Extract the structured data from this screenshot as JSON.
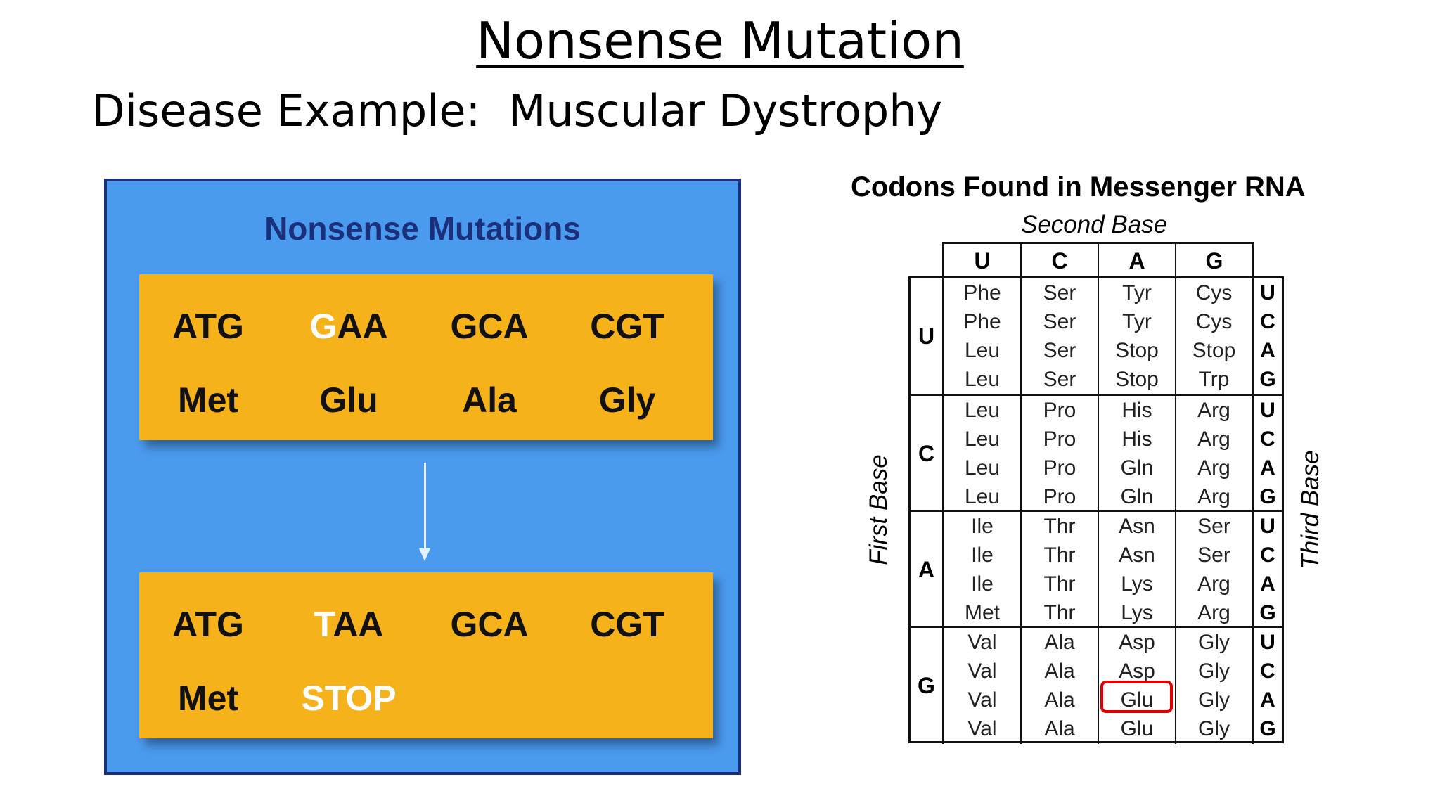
{
  "title": "Nonsense Mutation",
  "subtitle": "Disease Example:  Muscular Dystrophy",
  "figure": {
    "title": "Nonsense Mutations",
    "original": {
      "codons": [
        "ATG",
        "G",
        "AA",
        "GCA",
        "CGT"
      ],
      "amino_acids": [
        "Met",
        "Glu",
        "Ala",
        "Gly"
      ]
    },
    "mutated": {
      "codons": [
        "ATG",
        "T",
        "AA",
        "GCA",
        "CGT"
      ],
      "amino_acids": [
        "Met",
        "STOP"
      ]
    },
    "colors": {
      "panel": "#4a9aee",
      "box": "#f6b21b",
      "border": "#1c2f7a",
      "highlight": "#ffffff"
    }
  },
  "codon_table": {
    "title": "Codons Found in Messenger RNA",
    "second_base_label": "Second Base",
    "first_base_label": "First Base",
    "third_base_label": "Third Base",
    "second_bases": [
      "U",
      "C",
      "A",
      "G"
    ],
    "blocks": [
      {
        "first": "U",
        "cols": [
          [
            "Phe",
            "Phe",
            "Leu",
            "Leu"
          ],
          [
            "Ser",
            "Ser",
            "Ser",
            "Ser"
          ],
          [
            "Tyr",
            "Tyr",
            "Stop",
            "Stop"
          ],
          [
            "Cys",
            "Cys",
            "Stop",
            "Trp"
          ]
        ],
        "third": [
          "U",
          "C",
          "A",
          "G"
        ]
      },
      {
        "first": "C",
        "cols": [
          [
            "Leu",
            "Leu",
            "Leu",
            "Leu"
          ],
          [
            "Pro",
            "Pro",
            "Pro",
            "Pro"
          ],
          [
            "His",
            "His",
            "Gln",
            "Gln"
          ],
          [
            "Arg",
            "Arg",
            "Arg",
            "Arg"
          ]
        ],
        "third": [
          "U",
          "C",
          "A",
          "G"
        ]
      },
      {
        "first": "A",
        "cols": [
          [
            "Ile",
            "Ile",
            "Ile",
            "Met"
          ],
          [
            "Thr",
            "Thr",
            "Thr",
            "Thr"
          ],
          [
            "Asn",
            "Asn",
            "Lys",
            "Lys"
          ],
          [
            "Ser",
            "Ser",
            "Arg",
            "Arg"
          ]
        ],
        "third": [
          "U",
          "C",
          "A",
          "G"
        ]
      },
      {
        "first": "G",
        "cols": [
          [
            "Val",
            "Val",
            "Val",
            "Val"
          ],
          [
            "Ala",
            "Ala",
            "Ala",
            "Ala"
          ],
          [
            "Asp",
            "Asp",
            "Glu",
            "Glu"
          ],
          [
            "Gly",
            "Gly",
            "Gly",
            "Gly"
          ]
        ],
        "third": [
          "U",
          "C",
          "A",
          "G"
        ]
      }
    ],
    "highlight": {
      "color": "#e00000",
      "cell": "GAA"
    }
  }
}
